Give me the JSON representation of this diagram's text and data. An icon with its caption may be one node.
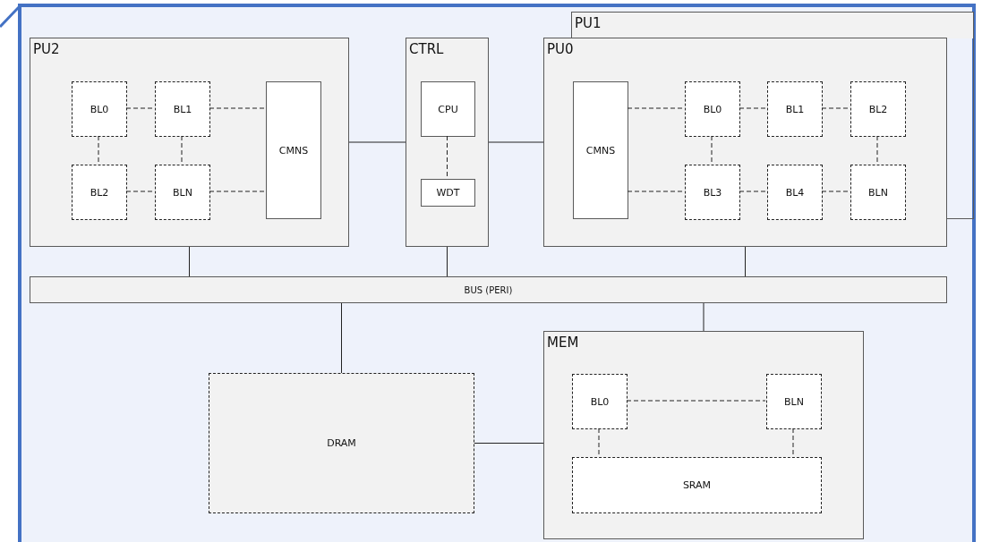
{
  "diagram": {
    "nodes": [
      {
        "text": [
          "PU2"
        ]
      },
      {
        "text": [
          "BL0"
        ],
        "in": 0
      },
      {
        "text": [
          "BL1"
        ],
        "in": 0
      },
      {
        "text": [
          "CMNS"
        ],
        "in": 0
      },
      {
        "text": [
          "BL2"
        ],
        "in": 0
      },
      {
        "text": [
          "BLN"
        ],
        "in": 0
      },
      {
        "text": [
          "CTRL"
        ]
      },
      {
        "text": [
          "CPU"
        ],
        "in": 6
      },
      {
        "text": [
          "WDT"
        ],
        "in": 6
      },
      {
        "text": [
          "PU1"
        ]
      },
      {
        "text": [
          "PU0"
        ]
      },
      {
        "text": [
          "CMNS"
        ],
        "in": 10
      },
      {
        "text": [
          "BL0"
        ],
        "in": 10
      },
      {
        "text": [
          "BL1"
        ],
        "in": 10
      },
      {
        "text": [
          "BL2"
        ],
        "in": 10
      },
      {
        "text": [
          "BL3"
        ],
        "in": 10
      },
      {
        "text": [
          "BL4"
        ],
        "in": 10
      },
      {
        "text": [
          "BLN"
        ],
        "in": 10
      },
      {
        "text": [
          "BUS (PERI)"
        ]
      },
      {
        "text": [
          "DRAM"
        ]
      },
      {
        "text": [
          "MEM"
        ]
      },
      {
        "text": [
          "BL0"
        ],
        "in": 20
      },
      {
        "text": [
          "BLN"
        ],
        "in": 20
      },
      {
        "text": [
          "SRAM"
        ],
        "in": 20
      }
    ],
    "edges": [
      {
        "from": 1,
        "to": 2,
        "arrow": "none",
        "style": "dashed"
      },
      {
        "from": 2,
        "to": 3,
        "arrow": "none",
        "style": "dashed"
      },
      {
        "from": 1,
        "to": 4,
        "arrow": "none",
        "style": "dashed"
      },
      {
        "from": 2,
        "to": 5,
        "arrow": "none",
        "style": "dashed"
      },
      {
        "from": 4,
        "to": 5,
        "arrow": "none",
        "style": "dashed"
      },
      {
        "from": 5,
        "to": 3,
        "arrow": "none",
        "style": "dashed"
      },
      {
        "from": 0,
        "to": 6,
        "arrow": "none"
      },
      {
        "from": 6,
        "to": 10,
        "arrow": "none"
      },
      {
        "from": 7,
        "to": 8,
        "arrow": "none",
        "style": "dashed"
      },
      {
        "from": 11,
        "to": 12,
        "arrow": "none",
        "style": "dashed"
      },
      {
        "from": 12,
        "to": 13,
        "arrow": "none",
        "style": "dashed"
      },
      {
        "from": 13,
        "to": 14,
        "arrow": "none",
        "style": "dashed"
      },
      {
        "from": 11,
        "to": 15,
        "arrow": "none",
        "style": "dashed"
      },
      {
        "from": 15,
        "to": 16,
        "arrow": "none",
        "style": "dashed"
      },
      {
        "from": 16,
        "to": 17,
        "arrow": "none",
        "style": "dashed"
      },
      {
        "from": 12,
        "to": 15,
        "arrow": "none",
        "style": "dashed"
      },
      {
        "from": 14,
        "to": 17,
        "arrow": "none",
        "style": "dashed"
      },
      {
        "from": 0,
        "to": 18,
        "arrow": "none"
      },
      {
        "from": 6,
        "to": 18,
        "arrow": "none"
      },
      {
        "from": 10,
        "to": 18,
        "arrow": "none"
      },
      {
        "from": 18,
        "to": 19,
        "arrow": "none"
      },
      {
        "from": 18,
        "to": 20,
        "arrow": "none"
      },
      {
        "from": 19,
        "to": 20,
        "arrow": "none"
      },
      {
        "from": 21,
        "to": 22,
        "arrow": "none",
        "style": "dashed"
      },
      {
        "from": 21,
        "to": 23,
        "arrow": "none",
        "style": "dashed"
      },
      {
        "from": 22,
        "to": 23,
        "arrow": "none",
        "style": "dashed"
      }
    ]
  }
}
